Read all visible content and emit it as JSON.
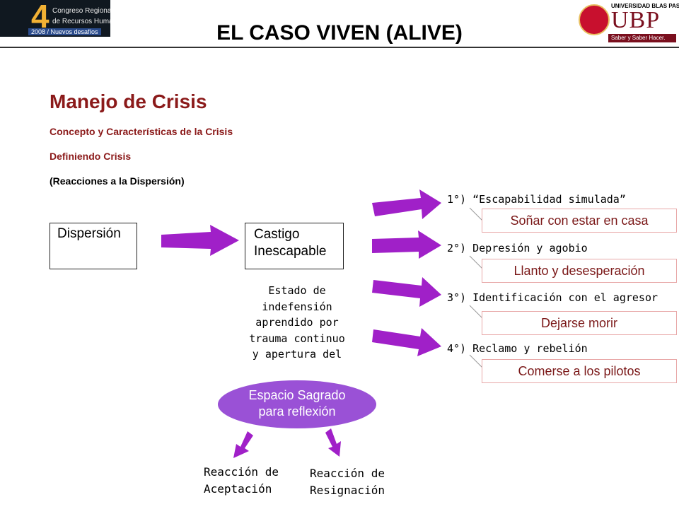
{
  "header": {
    "title": "EL CASO VIVEN (ALIVE)",
    "left_logo": {
      "number": "4",
      "line1": "Congreso Regional",
      "line2": "de Recursos Humanos",
      "line3": "2008 / Nuevos desafíos"
    },
    "right_logo": {
      "small": "UNIVERSIDAD BLAS PASCAL",
      "big": "UBP",
      "tagline": "Saber y Saber Hacer."
    }
  },
  "section": {
    "title": "Manejo de Crisis",
    "sub1": "Concepto y Características de la Crisis",
    "sub2": "Definiendo Crisis",
    "sub3": "(Reacciones a la Dispersión)"
  },
  "flow": {
    "box1": "Dispersión",
    "box2_line1": "Castigo",
    "box2_line2": "Inescapable",
    "estado": [
      "Estado de",
      "indefensión",
      "aprendido por",
      "trauma continuo",
      "y apertura del"
    ],
    "ellipse_line1": "Espacio Sagrado",
    "ellipse_line2": "para reflexión",
    "reaction1": [
      "Reacción de",
      "Aceptación"
    ],
    "reaction2": [
      "Reacción de",
      "Resignación"
    ]
  },
  "steps": [
    {
      "label": "1°) “Escapabilidad simulada”",
      "response": "Soñar con estar en casa"
    },
    {
      "label": "2°) Depresión y agobio",
      "response": "Llanto y desesperación"
    },
    {
      "label": "3°) Identificación con el agresor",
      "response": "Dejarse morir"
    },
    {
      "label": "4°) Reclamo y rebelión",
      "response": "Comerse a los pilotos"
    }
  ],
  "colors": {
    "heading": "#8b1a1a",
    "arrow": "#a020c8",
    "ellipse": "#9a51d6",
    "response_border": "#e8a8a8"
  }
}
